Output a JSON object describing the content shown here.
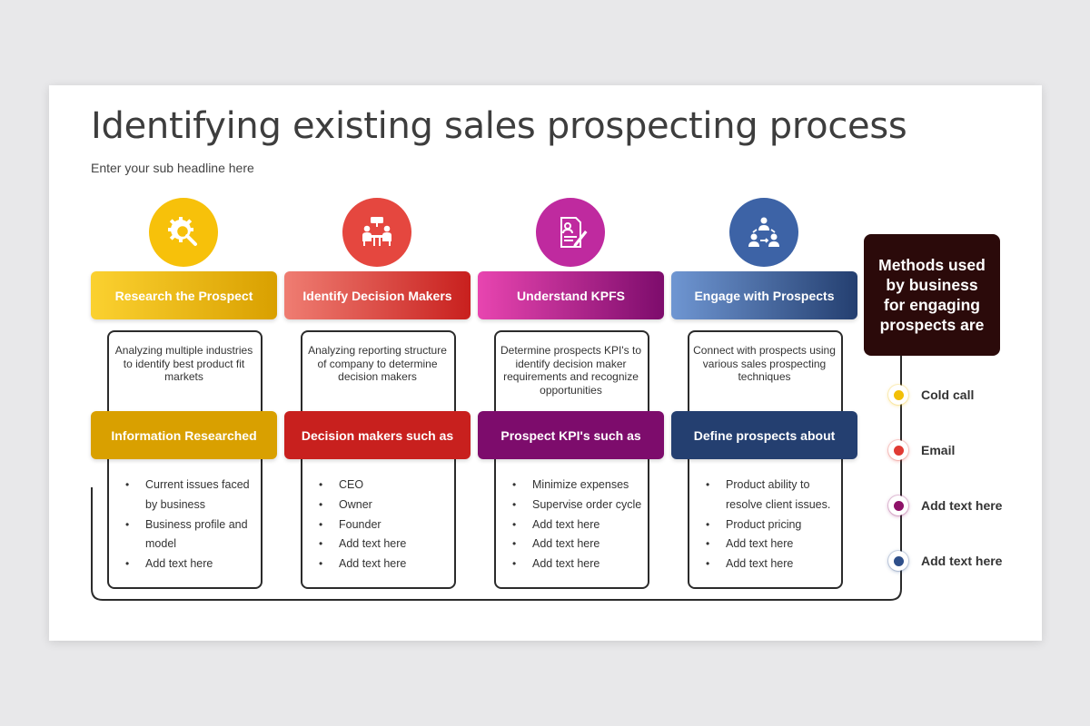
{
  "title": "Identifying existing sales prospecting process",
  "subtitle": "Enter your sub headline here",
  "steps": [
    {
      "icon": "gear-magnifier-icon",
      "header": "Research the Prospect",
      "description": "Analyzing multiple industries to identify best product fit markets",
      "sub_header": "Information Researched",
      "bullets": [
        "Current issues faced by business",
        "Business profile and model",
        "Add text here"
      ],
      "colors": {
        "light": "#fbd130",
        "dark": "#d9a000",
        "circle": "#f7c10a"
      }
    },
    {
      "icon": "meeting-people-icon",
      "header": "Identify Decision Makers",
      "description": "Analyzing reporting structure of company to determine decision makers",
      "sub_header": "Decision makers such as",
      "bullets": [
        "CEO",
        "Owner",
        "Founder",
        "Add text here",
        "Add text here"
      ],
      "colors": {
        "light": "#ef7d72",
        "dark": "#c8201e",
        "circle": "#e5473f"
      }
    },
    {
      "icon": "document-pen-icon",
      "header": "Understand KPFS",
      "description": "Determine prospects KPI's to identify decision maker requirements and recognize opportunities",
      "sub_header": "Prospect KPI's such as",
      "bullets": [
        "Minimize expenses",
        "Supervise order cycle",
        "Add text here",
        "Add text here",
        "Add text here"
      ],
      "colors": {
        "light": "#e845b0",
        "dark": "#7d0c6c",
        "circle": "#bf2a9f"
      }
    },
    {
      "icon": "team-engage-icon",
      "header": "Engage with Prospects",
      "description": "Connect with prospects using various sales prospecting techniques",
      "sub_header": "Define prospects about",
      "bullets": [
        "Product ability to resolve client issues.",
        "Product pricing",
        "Add text here",
        "Add text here"
      ],
      "colors": {
        "light": "#6f96d2",
        "dark": "#243f70",
        "circle": "#3d63a6"
      }
    }
  ],
  "methods": {
    "heading": "Methods used by business for engaging prospects are",
    "items": [
      {
        "label": "Cold call",
        "color": "#f2bf07"
      },
      {
        "label": "Email",
        "color": "#e03a33"
      },
      {
        "label": "Add text here",
        "color": "#8e1268"
      },
      {
        "label": "Add text here",
        "color": "#2e4f8a"
      }
    ]
  }
}
